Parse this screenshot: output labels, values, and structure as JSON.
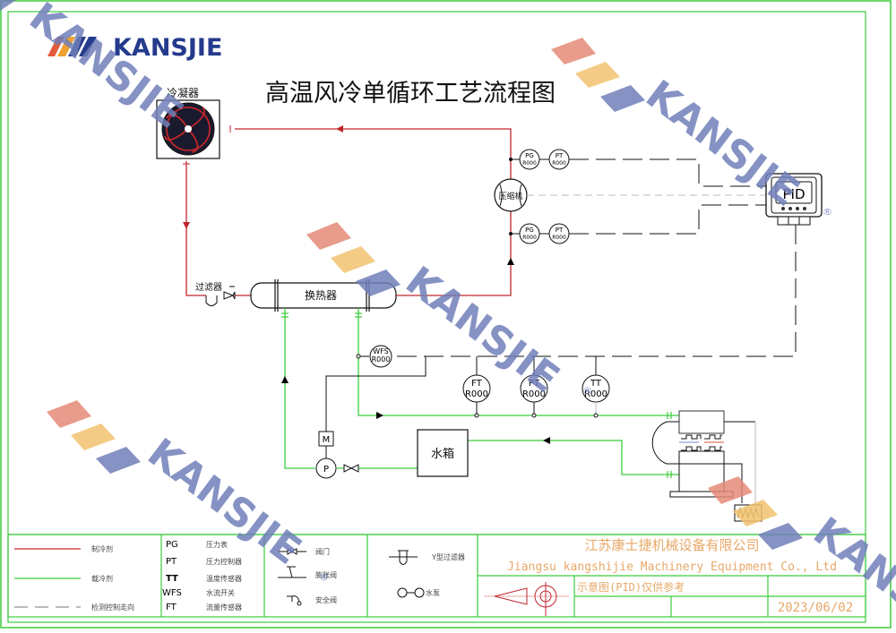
{
  "logo": {
    "text": "KANSJIE"
  },
  "title": "高温风冷单循环工艺流程图",
  "equipment": {
    "condenser": "冷凝器",
    "compressor": "压缩机",
    "heat_exchanger": "换热器",
    "filter": "过滤器",
    "water_tank": "水箱",
    "pid_controller": "PID",
    "motor": "M",
    "pump": "P"
  },
  "instruments": {
    "top_pg": {
      "tag": "PG",
      "code": "R000"
    },
    "top_pt": {
      "tag": "PT",
      "code": "R000"
    },
    "bottom_pg": {
      "tag": "PG",
      "code": "R000"
    },
    "bottom_pt": {
      "tag": "PT",
      "code": "R000"
    },
    "wfs": {
      "tag": "WFS",
      "code": "R000"
    },
    "ft": {
      "tag": "FT",
      "code": "R000"
    },
    "pt": {
      "tag": "PT",
      "code": "R000"
    },
    "tt": {
      "tag": "TT",
      "code": "R000"
    }
  },
  "legend": {
    "lines": [
      {
        "label": "制冷剂",
        "color": "#c0262d",
        "style": "solid"
      },
      {
        "label": "载冷剂",
        "color": "#3ccc3c",
        "style": "solid"
      },
      {
        "label": "检测控制走向",
        "color": "#555555",
        "style": "dashed"
      }
    ],
    "abbreviations": [
      {
        "abbr": "PG",
        "desc": "压力表"
      },
      {
        "abbr": "PT",
        "desc": "压力控制器"
      },
      {
        "abbr": "TT",
        "desc": "温度传感器"
      },
      {
        "abbr": "WFS",
        "desc": "水流开关"
      },
      {
        "abbr": "FT",
        "desc": "流量传感器"
      }
    ],
    "symbols_a": [
      {
        "label": "阀门"
      },
      {
        "label": "膨胀阀"
      },
      {
        "label": "安全阀"
      }
    ],
    "symbols_b": [
      {
        "label": "Y型过滤器"
      },
      {
        "label": "水泵"
      }
    ]
  },
  "title_block": {
    "company_cn": "江苏康士捷机械设备有限公司",
    "company_en": "Jiangsu kangshijie Machinery Equipment Co., Ltd",
    "note": "示意图(PID)仅供参考",
    "date": "2023/06/02"
  },
  "watermark": {
    "text": "KANSJIE",
    "registered": "®"
  },
  "colors": {
    "border": "#3ccc3c",
    "refrigerant": "#c0262d",
    "coolant": "#3ccc3c",
    "brand_blue": "#243a8c",
    "title_block_text": "#e8a868",
    "watermark_blue": "#6f7fb9",
    "watermark_red": "#e58a78",
    "watermark_yellow": "#f2c26e"
  }
}
